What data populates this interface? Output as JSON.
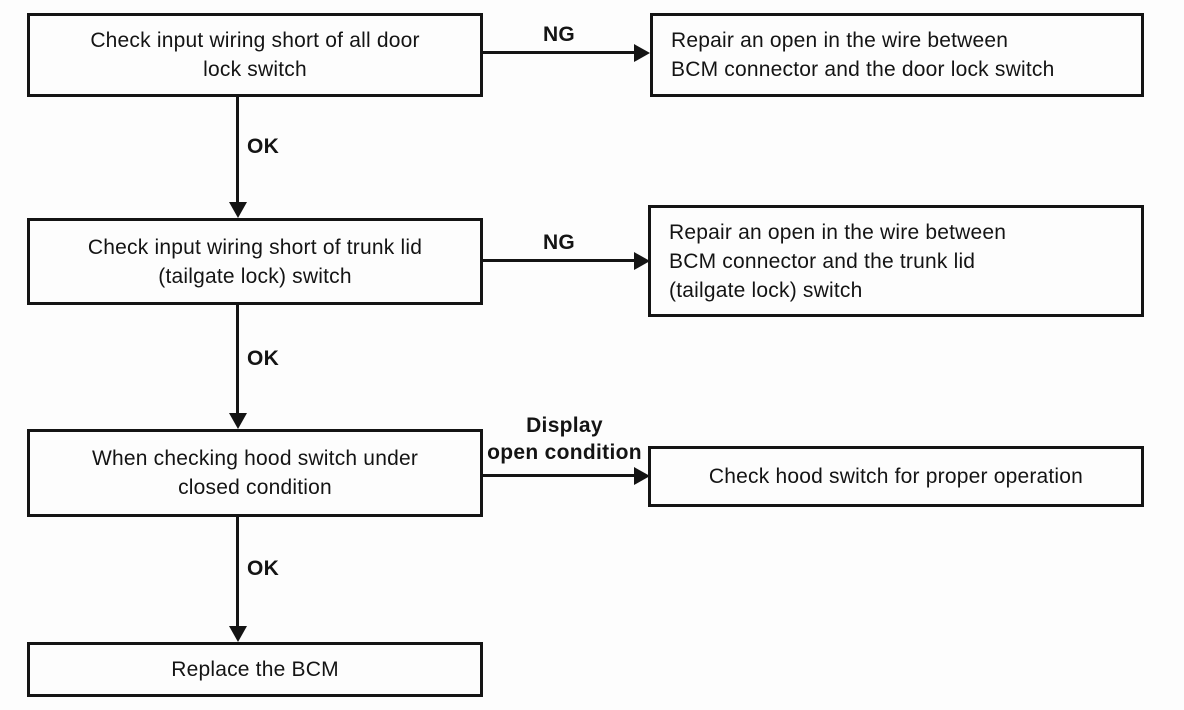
{
  "flowchart": {
    "steps": [
      {
        "lines": [
          "Check input wiring short of all door",
          "lock switch"
        ]
      },
      {
        "lines": [
          "Check input wiring short of trunk lid",
          "(tailgate lock) switch"
        ]
      },
      {
        "lines": [
          "When checking hood switch under",
          "closed condition"
        ]
      },
      {
        "lines": [
          "Replace the BCM"
        ]
      }
    ],
    "outcomes": [
      {
        "lines": [
          "Repair an open in the wire between",
          "BCM connector and the door lock switch"
        ]
      },
      {
        "lines": [
          "Repair an open in the wire between",
          "BCM connector and the trunk lid",
          "(tailgate lock) switch"
        ]
      },
      {
        "lines": [
          "Check hood switch for proper operation"
        ]
      }
    ],
    "edge_labels": {
      "ng_1": "NG",
      "ng_2": "NG",
      "ok_1": "OK",
      "ok_2": "OK",
      "ok_3": "OK",
      "display_condition": [
        "Display",
        "open condition"
      ]
    },
    "colors": {
      "line": "#141414",
      "text": "#141414",
      "background": "#fdfdfd"
    }
  }
}
